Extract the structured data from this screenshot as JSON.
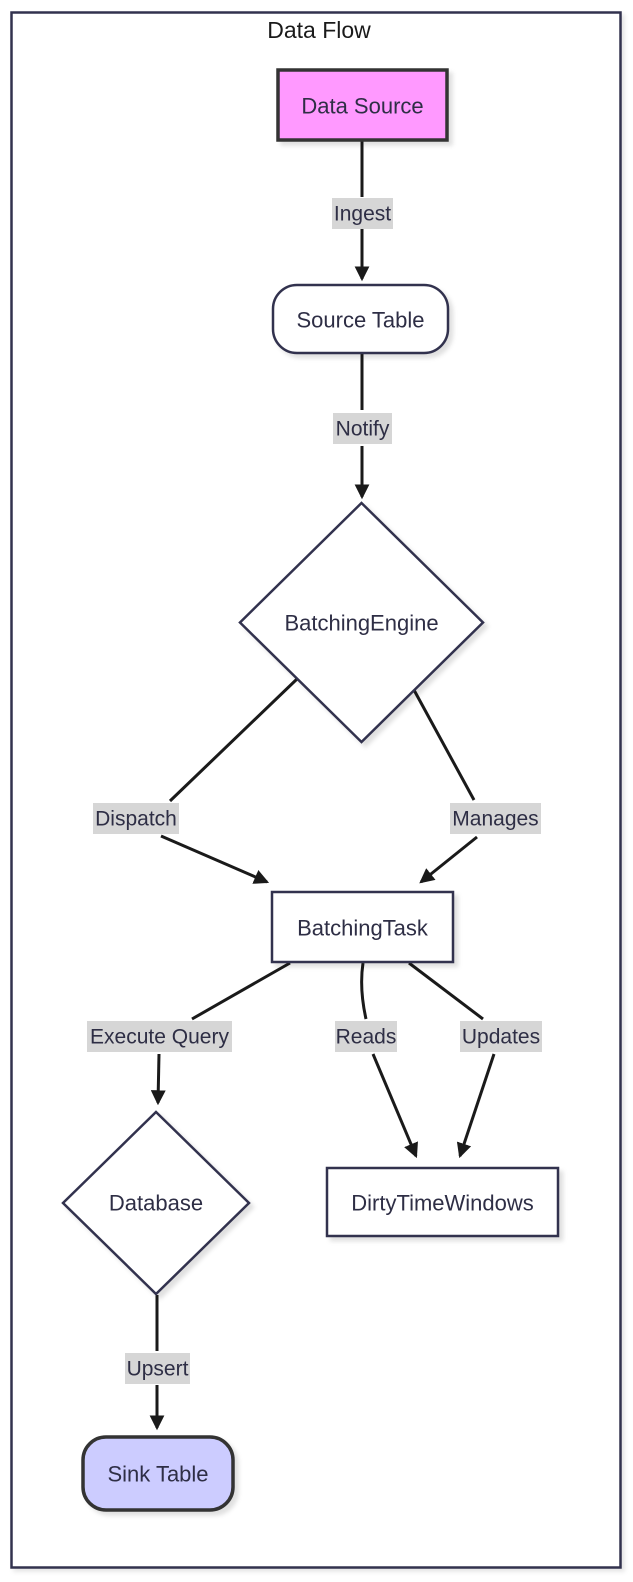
{
  "diagram": {
    "title": "Data Flow",
    "nodes": [
      {
        "id": "data_source",
        "label": "Data Source",
        "shape": "rectangle",
        "fill": "#ff99ff",
        "stroke": "#333333"
      },
      {
        "id": "source_table",
        "label": "Source Table",
        "shape": "rounded",
        "fill": "#ffffff",
        "stroke": "#32324e"
      },
      {
        "id": "batching_engine",
        "label": "BatchingEngine",
        "shape": "diamond",
        "fill": "#ffffff",
        "stroke": "#32324e"
      },
      {
        "id": "batching_task",
        "label": "BatchingTask",
        "shape": "rectangle",
        "fill": "#ffffff",
        "stroke": "#32324e"
      },
      {
        "id": "database",
        "label": "Database",
        "shape": "diamond",
        "fill": "#ffffff",
        "stroke": "#32324e"
      },
      {
        "id": "dirty_time_windows",
        "label": "DirtyTimeWindows",
        "shape": "rectangle",
        "fill": "#ffffff",
        "stroke": "#32324e"
      },
      {
        "id": "sink_table",
        "label": "Sink Table",
        "shape": "rounded",
        "fill": "#ccccff",
        "stroke": "#333333"
      }
    ],
    "edges": [
      {
        "from": "data_source",
        "to": "source_table",
        "label": "Ingest"
      },
      {
        "from": "source_table",
        "to": "batching_engine",
        "label": "Notify"
      },
      {
        "from": "batching_engine",
        "to": "batching_task",
        "label": "Dispatch"
      },
      {
        "from": "batching_engine",
        "to": "batching_task",
        "label": "Manages"
      },
      {
        "from": "batching_task",
        "to": "database",
        "label": "Execute Query"
      },
      {
        "from": "batching_task",
        "to": "dirty_time_windows",
        "label": "Reads"
      },
      {
        "from": "batching_task",
        "to": "dirty_time_windows",
        "label": "Updates"
      },
      {
        "from": "database",
        "to": "sink_table",
        "label": "Upsert"
      }
    ],
    "colors": {
      "edge_line": "#1a1a1a",
      "edge_label_background": "#d6d6d6",
      "node_border": "#32324e",
      "node_text": "#2e2e45",
      "styled_border": "#333333",
      "background": "#ffffff"
    }
  }
}
